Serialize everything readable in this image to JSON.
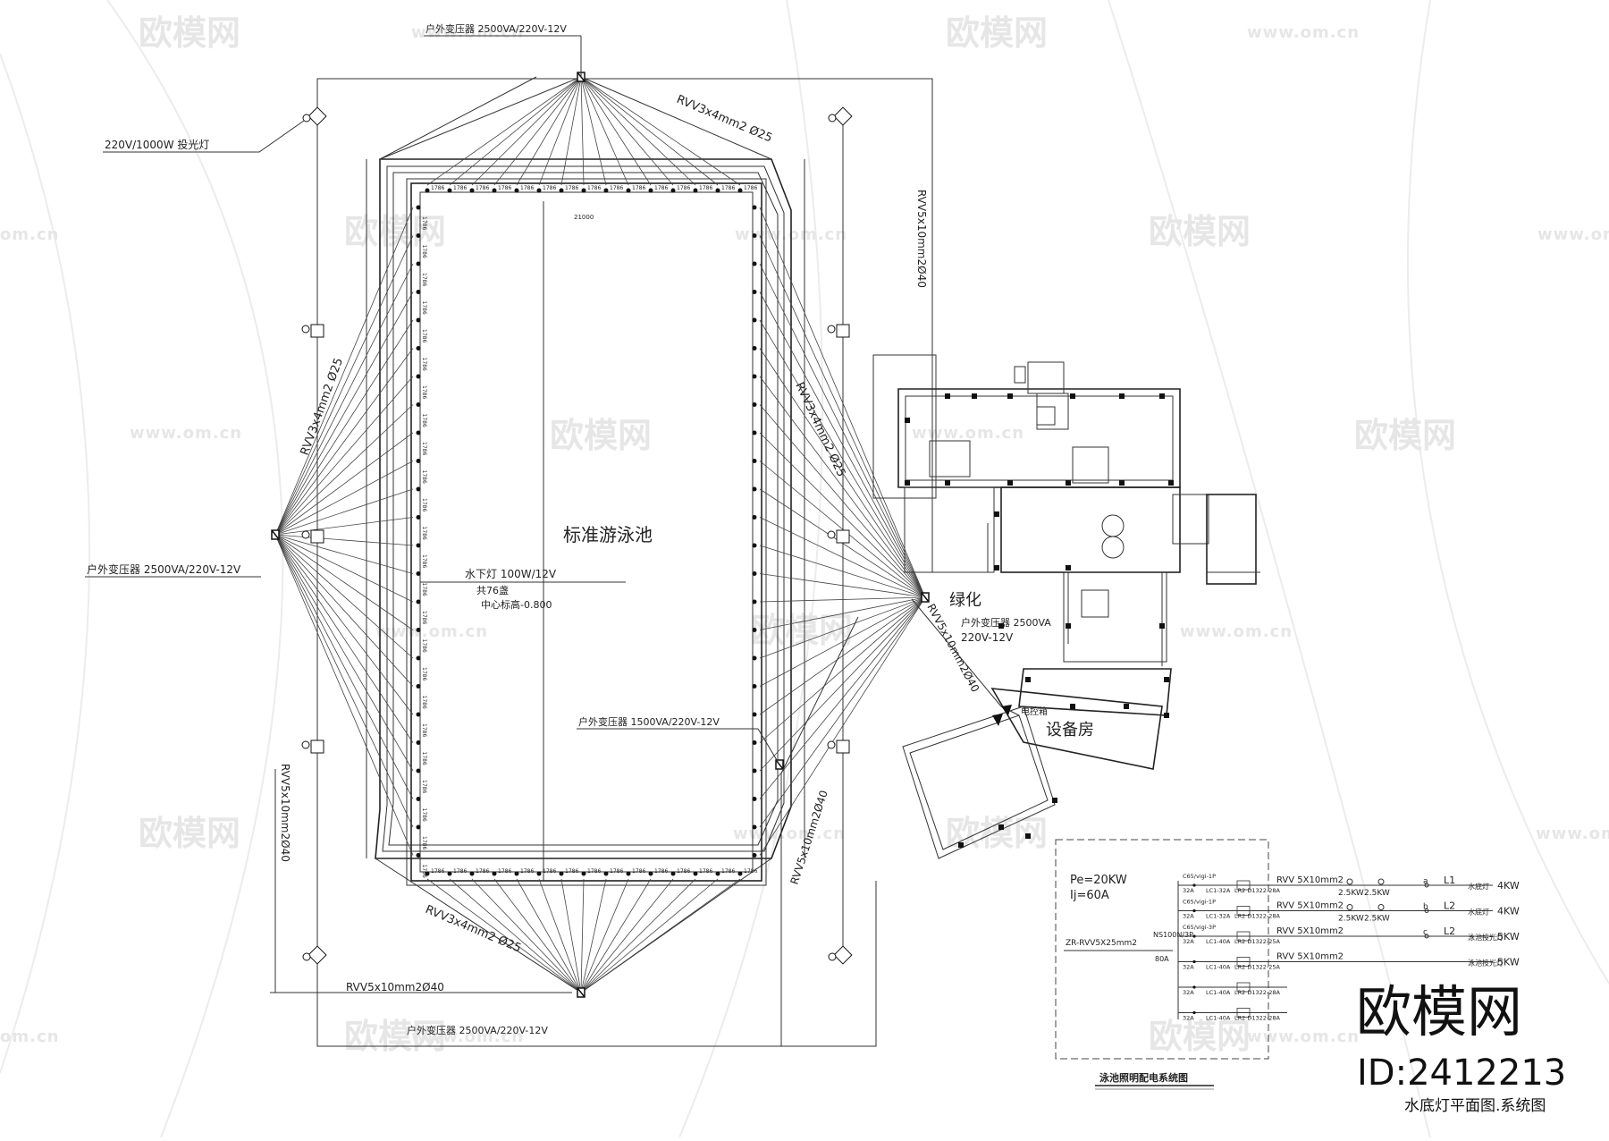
{
  "watermark": {
    "brand": "欧模网",
    "url": "www.om.cn",
    "url_short": "om.cn"
  },
  "brand": {
    "logo": "欧模网",
    "id": "ID:2412213",
    "caption": "水底灯平面图.系统图"
  },
  "plan": {
    "pool_title": "标准游泳池",
    "lamp_label": "水下灯 100W/12V",
    "lamp_count": "共76盏",
    "lamp_depth": "中心标高-0.800",
    "dim_total": "21000",
    "spacing": "1786",
    "transformer_top": "户外变压器 2500VA/220V-12V",
    "transformer_bottom": "户外变压器 2500VA/220V-12V",
    "transformer_left": "户外变压器 2500VA/220V-12V",
    "transformer_mid_label": "户外变压器 1500VA/220V-12V",
    "transformer_right_label": "户外变压器 2500VA",
    "transformer_right_voltage": "220V-12V",
    "floodlight": "220V/1000W 投光灯",
    "cable_fan_top": "RVV3x4mm2 Ø25",
    "cable_fan_left": "RVV3x4mm2 Ø25",
    "cable_fan_right": "RVV3x4mm2 Ø25",
    "cable_fan_bottom": "RVV3x4mm2 Ø25",
    "cable_main_right": "RVV5x10mm2Ø40",
    "cable_main_left": "RVV5x10mm2Ø40",
    "cable_main_bottom": "RVV5x10mm2Ø40",
    "cable_main_diag": "RVV5x10mm2Ø40",
    "cable_main_diag2": "RVV5x10mm2Ø40",
    "green_label": "绿化",
    "equipment_room": "设备房",
    "control_box": "电控箱"
  },
  "system": {
    "title": "泳池照明配电系统图",
    "power": "Pe=20KW",
    "current": "Ij=60A",
    "feeder": "ZR-RVV5X25mm2",
    "main_breaker": "NS100N/3P",
    "main_rating": "80A",
    "branches": [
      {
        "breaker": "C65/vigi-1P",
        "rating": "32A",
        "contactor": "LC1-32A",
        "relay": "LR2 D1322-28A",
        "cable": "RVV 5X10mm2",
        "load_a": "2.5KW",
        "load_b": "2.5KW",
        "phase": "a",
        "line": "L1",
        "name": "水底灯",
        "power": "4KW"
      },
      {
        "breaker": "C65/vigi-1P",
        "rating": "32A",
        "contactor": "LC1-32A",
        "relay": "LR2 D1322-28A",
        "cable": "RVV 5X10mm2",
        "load_a": "2.5KW",
        "load_b": "2.5KW",
        "phase": "b",
        "line": "L2",
        "name": "水底灯",
        "power": "4KW"
      },
      {
        "breaker": "C65/vigi-3P",
        "rating": "32A",
        "contactor": "LC1-40A",
        "relay": "LR2 D1322-25A",
        "cable": "RVV 5X10mm2",
        "load_a": "",
        "load_b": "",
        "phase": "c",
        "line": "L2",
        "name": "泳池投光灯",
        "power": "5KW"
      },
      {
        "breaker": "",
        "rating": "32A",
        "contactor": "LC1-40A",
        "relay": "LR2 D1322-25A",
        "cable": "RVV 5X10mm2",
        "load_a": "",
        "load_b": "",
        "phase": "",
        "line": "",
        "name": "泳池投光灯",
        "power": "5KW"
      },
      {
        "breaker": "",
        "rating": "32A",
        "contactor": "LC1-40A",
        "relay": "LR2 D1322-28A",
        "cable": "",
        "load_a": "",
        "load_b": "",
        "phase": "",
        "line": "",
        "name": "",
        "power": ""
      },
      {
        "breaker": "",
        "rating": "32A",
        "contactor": "LC1-40A",
        "relay": "LR2 D1322-28A",
        "cable": "",
        "load_a": "",
        "load_b": "",
        "phase": "",
        "line": "",
        "name": "",
        "power": ""
      }
    ]
  }
}
